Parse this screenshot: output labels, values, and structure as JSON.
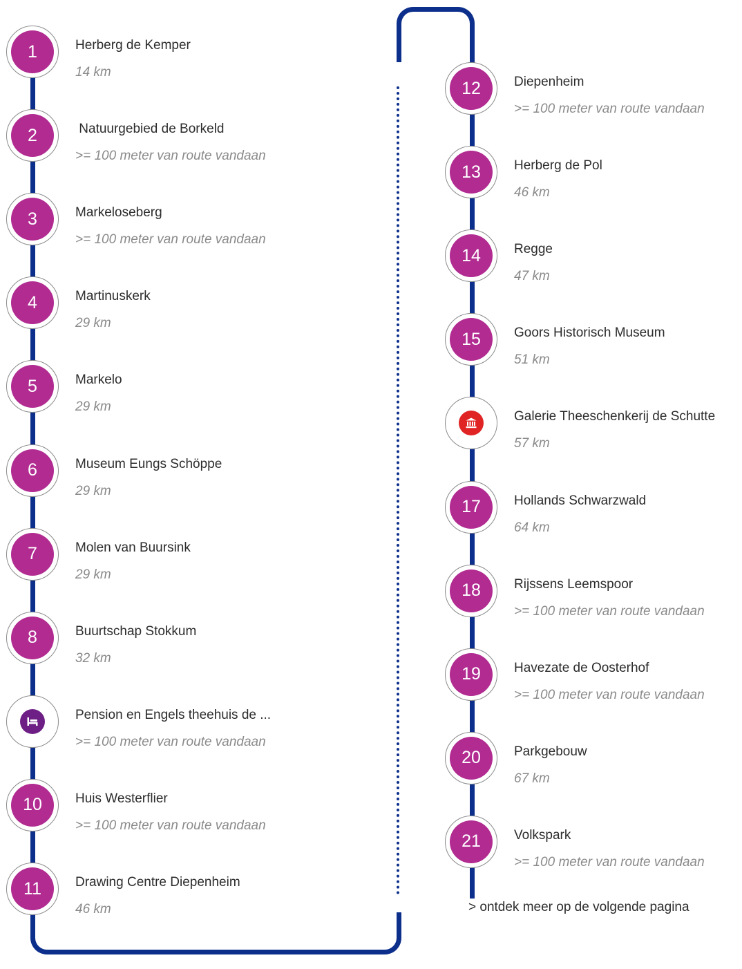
{
  "route": {
    "left_column": [
      {
        "marker": "1",
        "name": "Herberg de Kemper",
        "distance": "14 km"
      },
      {
        "marker": "2",
        "name": " Natuurgebied de Borkeld",
        "distance": ">= 100 meter van route vandaan"
      },
      {
        "marker": "3",
        "name": "Markeloseberg",
        "distance": ">= 100 meter van route vandaan"
      },
      {
        "marker": "4",
        "name": "Martinuskerk",
        "distance": "29 km"
      },
      {
        "marker": "5",
        "name": "Markelo",
        "distance": "29 km"
      },
      {
        "marker": "6",
        "name": "Museum Eungs Schöppe",
        "distance": "29 km"
      },
      {
        "marker": "7",
        "name": "Molen van Buursink",
        "distance": "29 km"
      },
      {
        "marker": "8",
        "name": "Buurtschap Stokkum",
        "distance": "32 km"
      },
      {
        "marker_icon": "bed-icon",
        "icon_color": "#6e1f86",
        "name": "Pension en Engels theehuis de ...",
        "distance": ">= 100 meter van route vandaan"
      },
      {
        "marker": "10",
        "name": "Huis Westerflier",
        "distance": ">= 100 meter van route vandaan"
      },
      {
        "marker": "11",
        "name": "Drawing Centre Diepenheim",
        "distance": "46 km"
      }
    ],
    "right_column": [
      {
        "marker": "12",
        "name": "Diepenheim",
        "distance": ">= 100 meter van route vandaan"
      },
      {
        "marker": "13",
        "name": "Herberg de Pol",
        "distance": "46 km"
      },
      {
        "marker": "14",
        "name": "Regge",
        "distance": "47 km"
      },
      {
        "marker": "15",
        "name": "Goors Historisch Museum",
        "distance": "51 km"
      },
      {
        "marker_icon": "museum-icon",
        "icon_color": "#e02424",
        "name": "Galerie Theeschenkerij de Schutte",
        "distance": "57 km"
      },
      {
        "marker": "17",
        "name": "Hollands Schwarzwald",
        "distance": "64 km"
      },
      {
        "marker": "18",
        "name": "Rijssens Leemspoor",
        "distance": ">= 100 meter van route vandaan"
      },
      {
        "marker": "19",
        "name": "Havezate de Oosterhof",
        "distance": ">= 100 meter van route vandaan"
      },
      {
        "marker": "20",
        "name": "Parkgebouw",
        "distance": "67 km"
      },
      {
        "marker": "21",
        "name": "Volkspark",
        "distance": ">= 100 meter van route vandaan"
      }
    ],
    "more_link": "> ontdek meer op de volgende pagina"
  },
  "colors": {
    "route_line": "#0d2f8c",
    "marker_fill": "#b12b91"
  }
}
